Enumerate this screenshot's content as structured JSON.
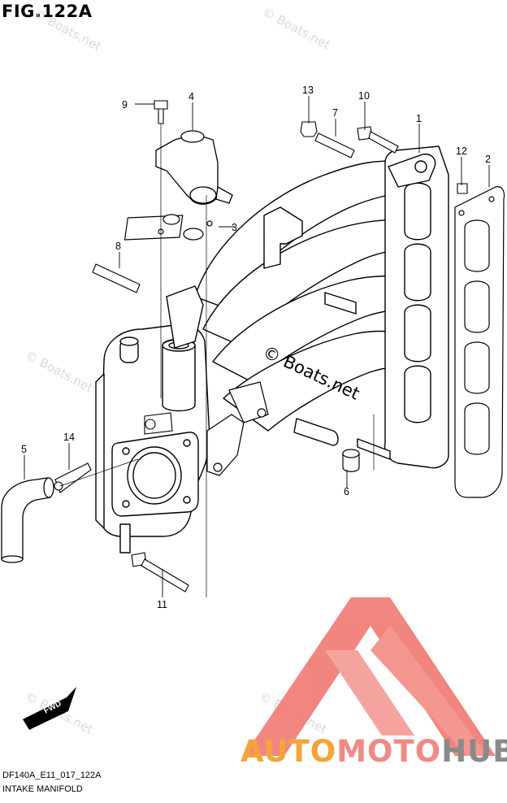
{
  "figure": {
    "title": "FIG.122A",
    "code": "DF140A_E11_017_122A",
    "name": "INTAKE MANIFOLD"
  },
  "callouts": {
    "p1": "1",
    "p2": "2",
    "p3": "3",
    "p4": "4",
    "p5": "5",
    "p6": "6",
    "p7": "7",
    "p8": "8",
    "p9": "9",
    "p10": "10",
    "p11": "11",
    "p12": "12",
    "p13": "13",
    "p14": "14"
  },
  "fwd_label": "FWD",
  "watermark": {
    "text": "© Boats.net",
    "center_text": "© Boats.net"
  },
  "brand": {
    "part1": "AUTO",
    "part2": "MOTO",
    "part3": "HUB",
    "colors": {
      "part1": "#f5a33c",
      "part2": "#f08a84",
      "part3": "#8a8a8a",
      "logo": "#f07a72"
    }
  }
}
